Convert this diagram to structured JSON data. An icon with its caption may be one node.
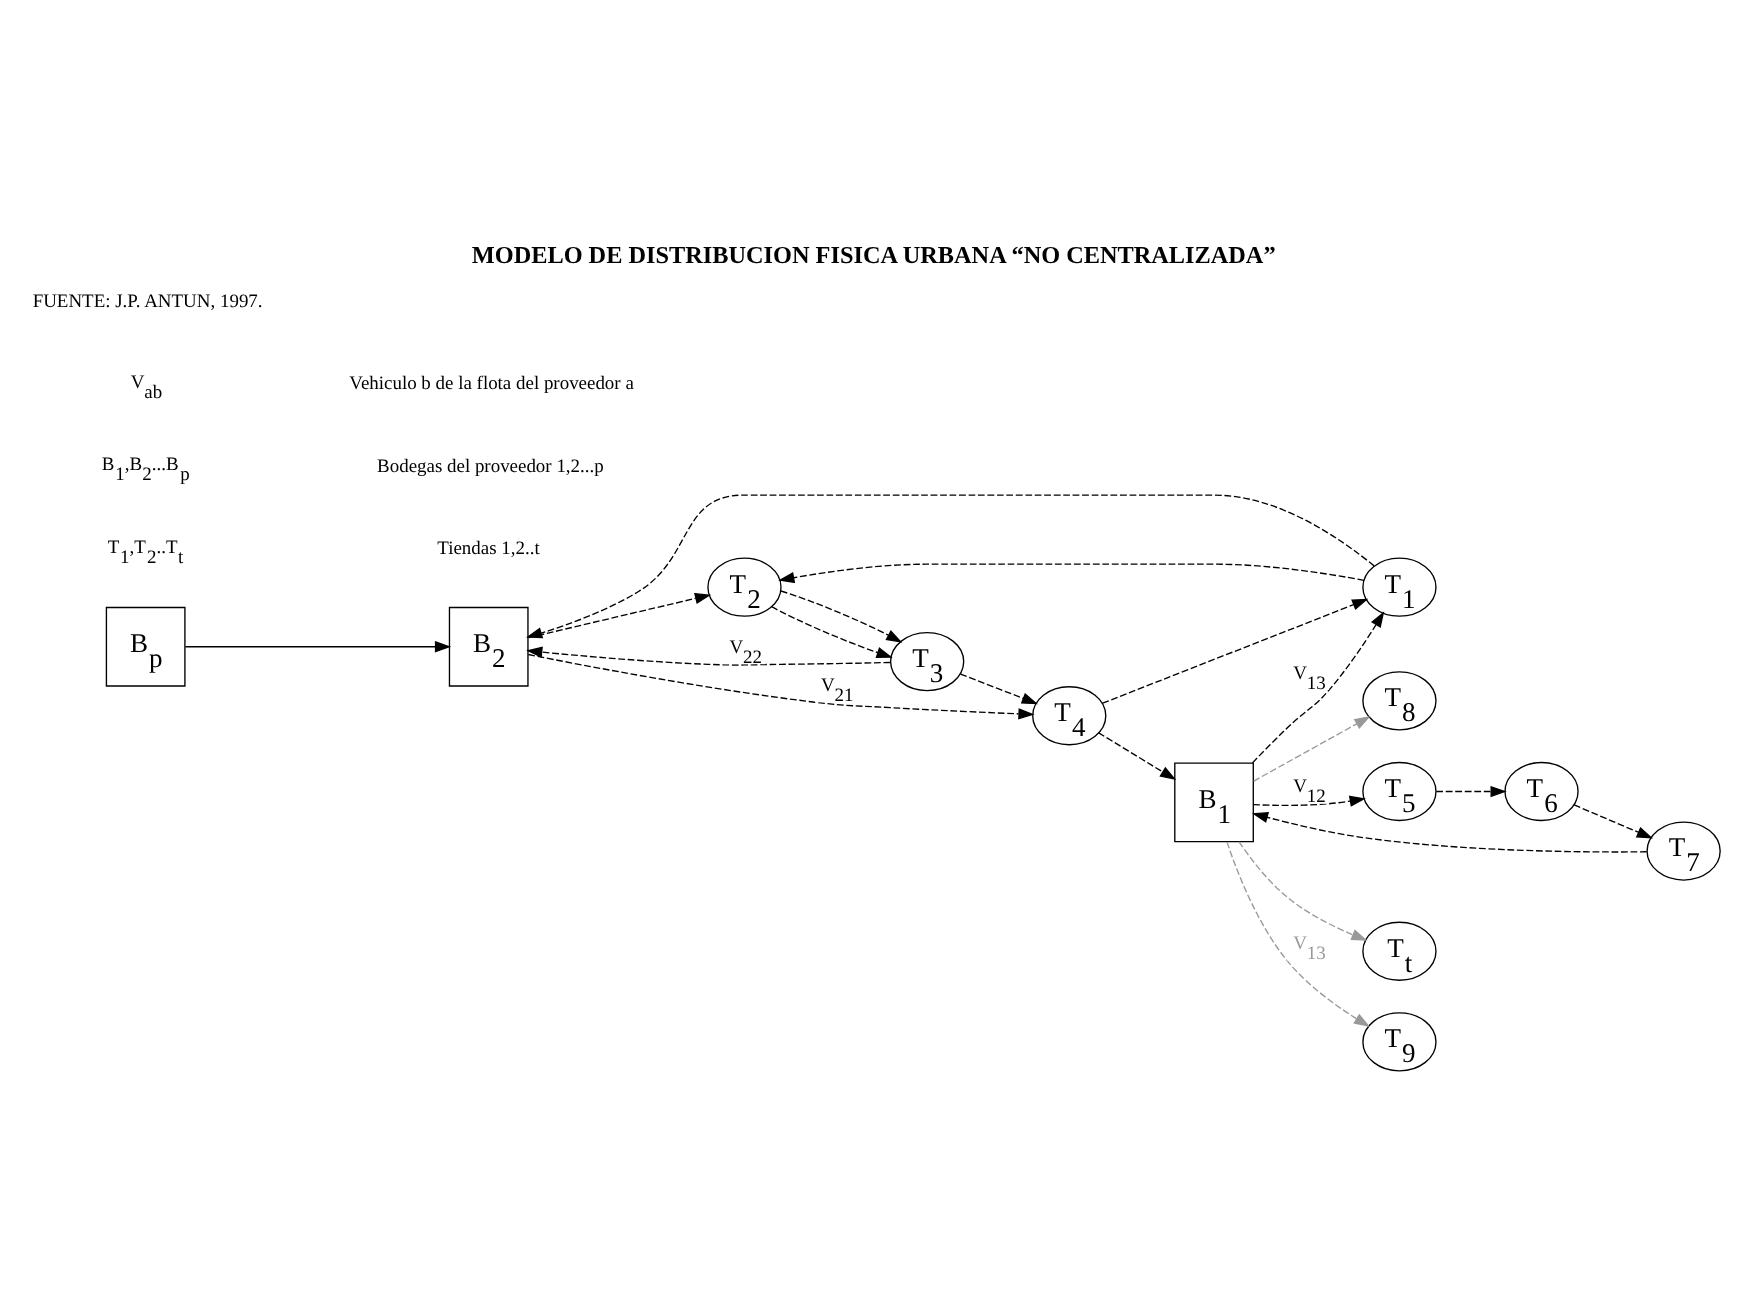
{
  "diagram": {
    "title": "MODELO DE DISTRIBUCION FISICA URBANA “NO CENTRALIZADA”",
    "nodes": [
      {
        "text": [
          "B$_{p}$"
        ]
      },
      {
        "text": [
          "B$_{2}$"
        ]
      },
      {
        "text": [
          "B$_{1}$"
        ]
      },
      {
        "text": [
          "T$_{1}$"
        ]
      },
      {
        "text": [
          "T$_{2}$"
        ]
      },
      {
        "text": [
          "T$_{3}$"
        ]
      },
      {
        "text": [
          "T$_{4}$"
        ]
      },
      {
        "text": [
          "T$_{5}$"
        ]
      },
      {
        "text": [
          "T$_{6}$"
        ]
      },
      {
        "text": [
          "T$_{7}$"
        ]
      },
      {
        "text": [
          "T$_{t}$"
        ]
      },
      {
        "text": [
          "T$_{9}$"
        ]
      },
      {
        "text": [
          "T$_{8}$"
        ]
      }
    ],
    "edges": [
      {
        "from": 0,
        "to": 1,
        "arrow": "to"
      },
      {
        "from": 1,
        "to": 4,
        "arrow": "to",
        "style": "dashed"
      },
      {
        "from": 4,
        "to": 5,
        "arrow": "to",
        "style": "dashed"
      },
      {
        "from": 5,
        "to": 1,
        "arrow": "to",
        "style": "dashed",
        "label": "V$_{22}$"
      },
      {
        "from": 1,
        "to": 6,
        "arrow": "to",
        "style": "dashed",
        "label": "V$_{21}$"
      },
      {
        "from": 6,
        "to": 3,
        "arrow": "to",
        "style": "dashed"
      },
      {
        "from": 3,
        "to": 1,
        "arrow": "to",
        "style": "dashed"
      },
      {
        "from": 2,
        "to": 3,
        "arrow": "to",
        "style": "dashed",
        "label": "V$_{13}$"
      },
      {
        "from": 3,
        "to": 4,
        "arrow": "to",
        "style": "dashed"
      },
      {
        "from": 4,
        "to": 5,
        "arrow": "to",
        "style": "dashed"
      },
      {
        "from": 5,
        "to": 6,
        "arrow": "to",
        "style": "dashed"
      },
      {
        "from": 6,
        "to": 2,
        "arrow": "to",
        "style": "dashed"
      },
      {
        "from": 2,
        "to": 7,
        "arrow": "to",
        "style": "dashed",
        "label": "V$_{12}$"
      },
      {
        "from": 7,
        "to": 8,
        "arrow": "to",
        "style": "dashed"
      },
      {
        "from": 8,
        "to": 9,
        "arrow": "to",
        "style": "dashed"
      },
      {
        "from": 9,
        "to": 2,
        "arrow": "to",
        "style": "dashed"
      },
      {
        "from": 2,
        "to": 10,
        "arrow": "to",
        "style": "dashed",
        "color": "#999999"
      },
      {
        "from": 2,
        "to": 11,
        "arrow": "to",
        "style": "dashed",
        "color": "#999999",
        "label": "V$_{13}$"
      },
      {
        "from": 2,
        "to": 12,
        "arrow": "to",
        "style": "dashed",
        "color": "#999999"
      }
    ],
    "labels": [
      "T$_{1}$,T$_{2}$..T$_{t}$",
      "Tiendas 1,2..t",
      "B$_{1}$,B$_{2}$...B$_{p}$",
      "Bodegas del proveedor 1,2...p",
      "V$_{ab}$",
      "Vehiculo b de la flota del proveedor a",
      "FUENTE: J.P. ANTUN, 1997."
    ]
  }
}
